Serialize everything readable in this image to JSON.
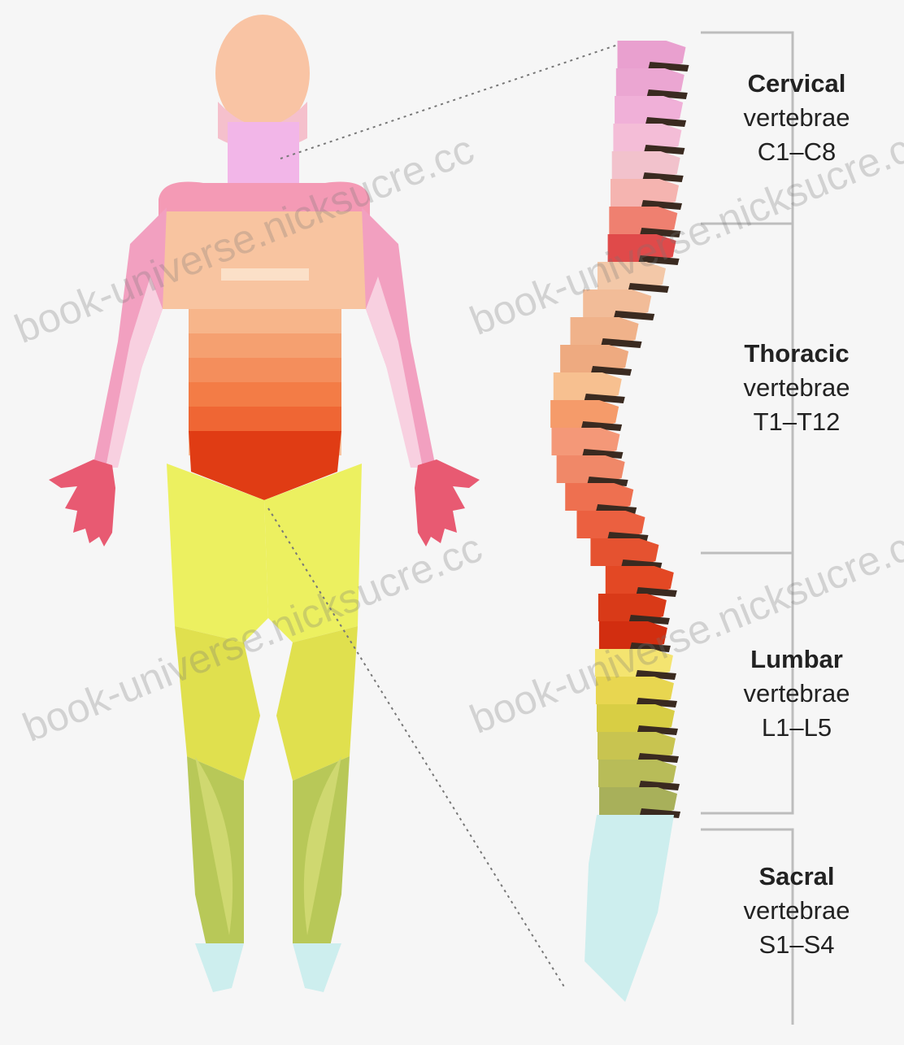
{
  "regions": [
    {
      "name": "Cervical",
      "subtitle": "vertebrae",
      "range": "C1–C8"
    },
    {
      "name": "Thoracic",
      "subtitle": "vertebrae",
      "range": "T1–T12"
    },
    {
      "name": "Lumbar",
      "subtitle": "vertebrae",
      "range": "L1–L5"
    },
    {
      "name": "Sacral",
      "subtitle": "vertebrae",
      "range": "S1–S4"
    }
  ],
  "watermark": "book-universe.nicksucre.cc",
  "colors": {
    "cervical": "#f0b3df",
    "thoracic": "#f06a3a",
    "lumbar": "#d8d84a",
    "sacral": "#cdeeee",
    "dorsal": "#b7cf57"
  }
}
